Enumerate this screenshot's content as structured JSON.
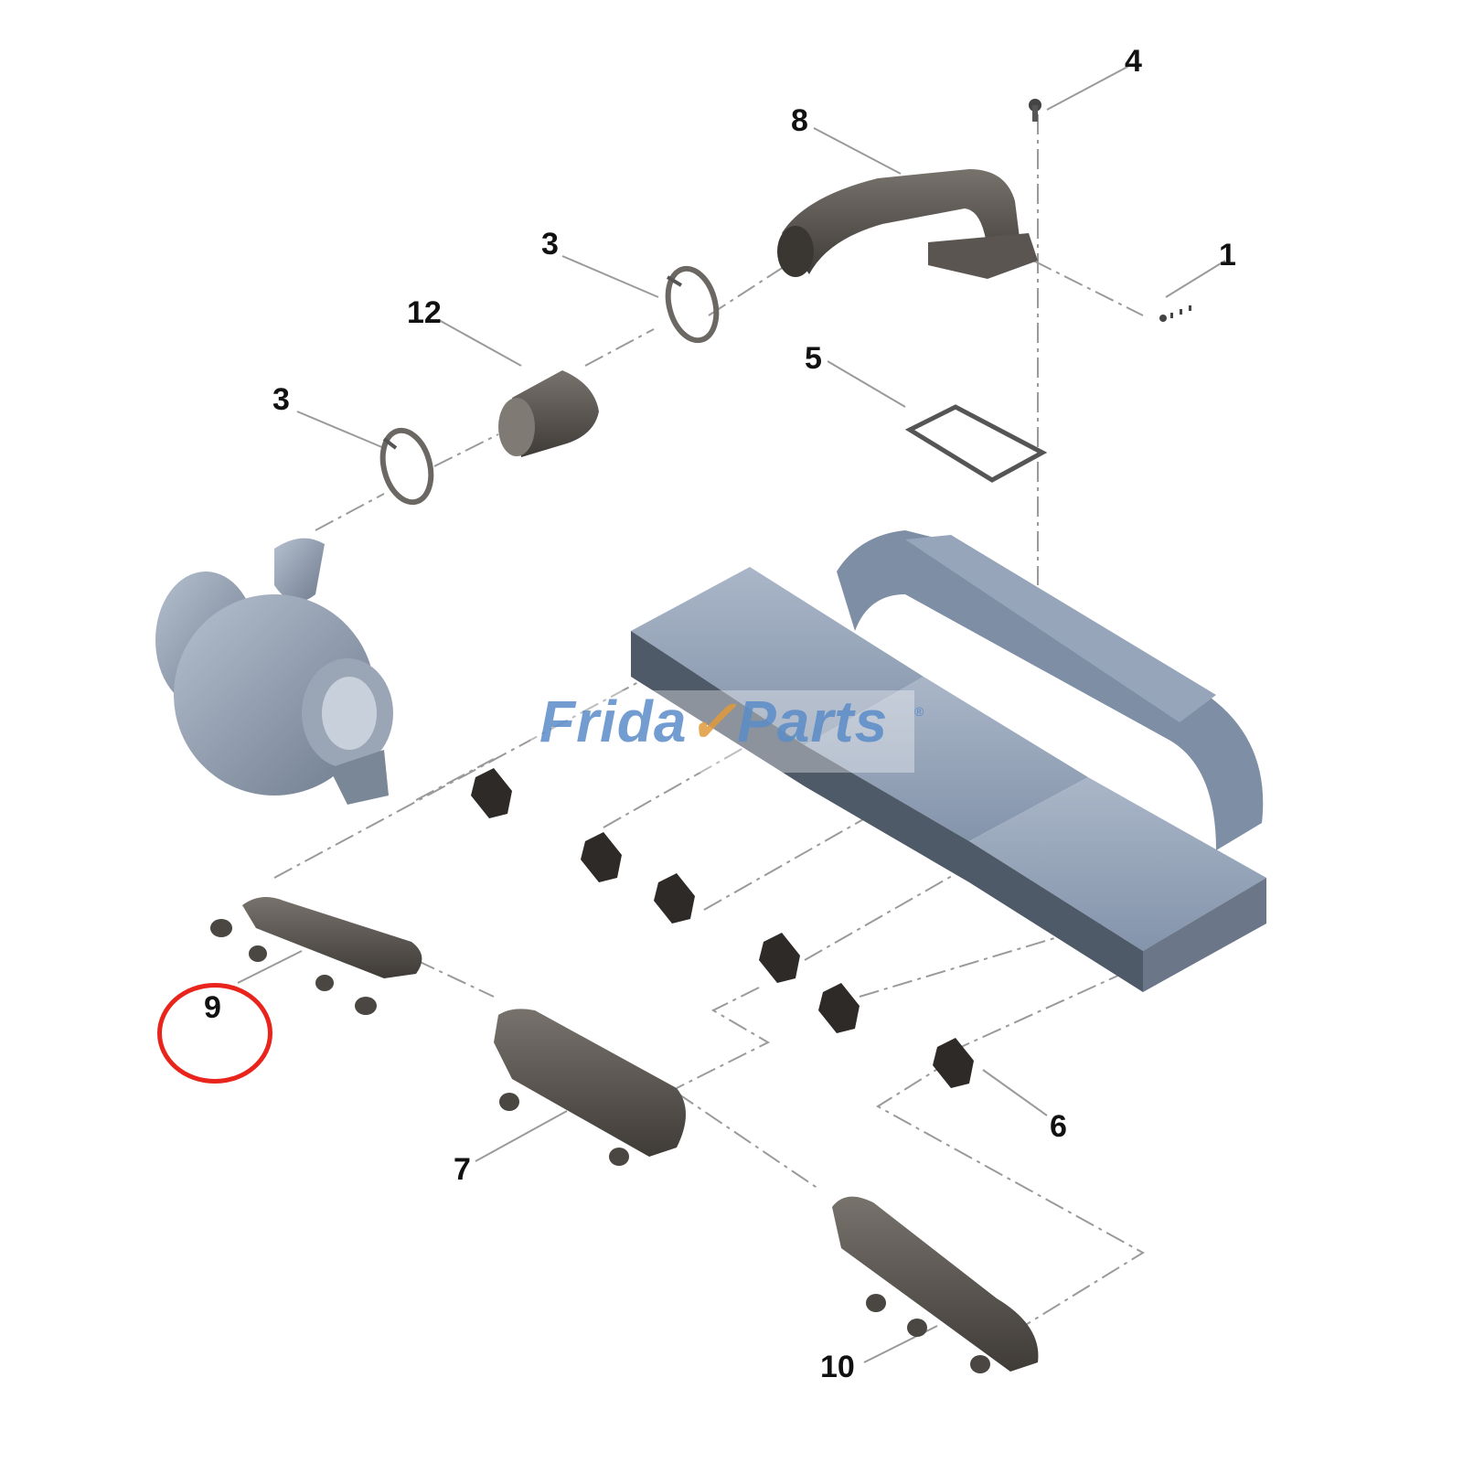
{
  "diagram": {
    "type": "exploded-parts-diagram",
    "subject": "Turbocharger and exhaust manifold assembly",
    "callouts": [
      {
        "id": "c1",
        "label": "1",
        "part": "bolts"
      },
      {
        "id": "c3a",
        "label": "3",
        "part": "v-band clamp (upper)"
      },
      {
        "id": "c3b",
        "label": "3",
        "part": "v-band clamp (lower)"
      },
      {
        "id": "c4",
        "label": "4",
        "part": "bolt"
      },
      {
        "id": "c5",
        "label": "5",
        "part": "gasket"
      },
      {
        "id": "c6",
        "label": "6",
        "part": "exhaust port gasket"
      },
      {
        "id": "c7",
        "label": "7",
        "part": "exhaust manifold center section"
      },
      {
        "id": "c8",
        "label": "8",
        "part": "elbow pipe"
      },
      {
        "id": "c9",
        "label": "9",
        "part": "exhaust manifold front section",
        "highlighted": true
      },
      {
        "id": "c10",
        "label": "10",
        "part": "exhaust manifold rear section"
      },
      {
        "id": "c12",
        "label": "12",
        "part": "connecting sleeve"
      }
    ],
    "highlight": {
      "label": "9",
      "color": "#e8241c"
    },
    "watermark": {
      "brand": "FridayParts",
      "text_a": "Frida",
      "text_b": "Parts",
      "registered": "®",
      "color": "#5b8cc8",
      "accent": "#e09a3a"
    },
    "colors": {
      "cast_iron": "#55514d",
      "turbo": "#8a96a6",
      "head": "#93a1b6",
      "gasket": "#2e2a27",
      "leader": "#9a9a9a"
    }
  }
}
